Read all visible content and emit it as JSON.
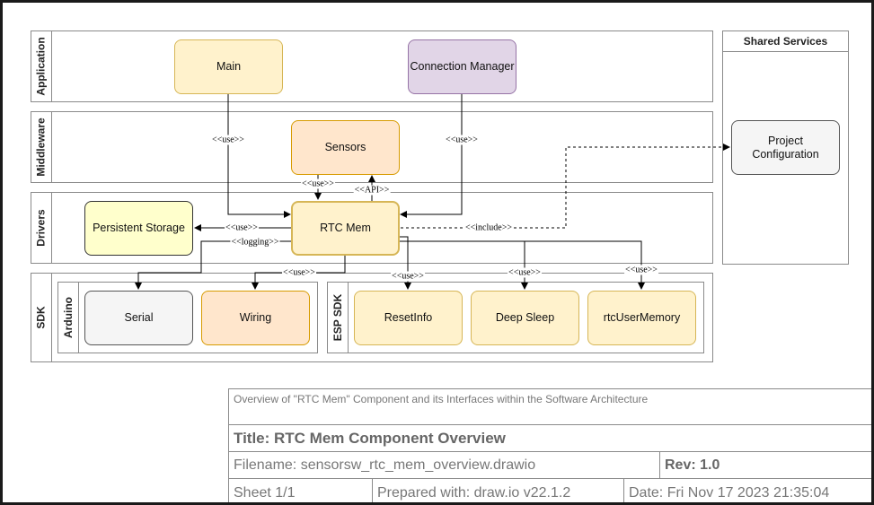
{
  "lanes": {
    "application": "Application",
    "middleware": "Middleware",
    "drivers": "Drivers",
    "sdk": "SDK",
    "arduino": "Arduino",
    "esp_sdk": "ESP SDK",
    "shared_services": "Shared Services"
  },
  "nodes": {
    "main": "Main",
    "connection_manager": "Connection Manager",
    "sensors": "Sensors",
    "persistent_storage": "Persistent Storage",
    "rtc_mem": "RTC Mem",
    "project_configuration_line1": "Project",
    "project_configuration_line2": "Configuration",
    "serial": "Serial",
    "wiring": "Wiring",
    "reset_info": "ResetInfo",
    "deep_sleep": "Deep Sleep",
    "rtc_user_memory": "rtcUserMemory"
  },
  "edge_labels": {
    "main_use": "<<use>>",
    "conn_use": "<<use>>",
    "sensors_use": "<<use>>",
    "api": "<<API>>",
    "persistent_use": "<<use>>",
    "logging": "<<logging>>",
    "include": "<<include>>",
    "wiring_use": "<<use>>",
    "resetinfo_use": "<<use>>",
    "deepsleep_use": "<<use>>",
    "rtcuser_use": "<<use>>"
  },
  "title_block": {
    "description": "Overview of \"RTC Mem\" Component and its Interfaces within the Software Architecture",
    "title": "Title: RTC Mem Component Overview",
    "filename": "Filename: sensorsw_rtc_mem_overview.drawio",
    "rev": "Rev: 1.0",
    "sheet": "Sheet 1/1",
    "prepared_with": "Prepared with: draw.io v22.1.2",
    "date": "Date: Fri Nov 17 2023 21:35:04"
  },
  "colors": {
    "yellow": "#fff2cc",
    "purple": "#e1d5e7",
    "orange": "#ffe6cc",
    "light_yellow": "#ffffcc",
    "grey": "#f5f5f5"
  }
}
